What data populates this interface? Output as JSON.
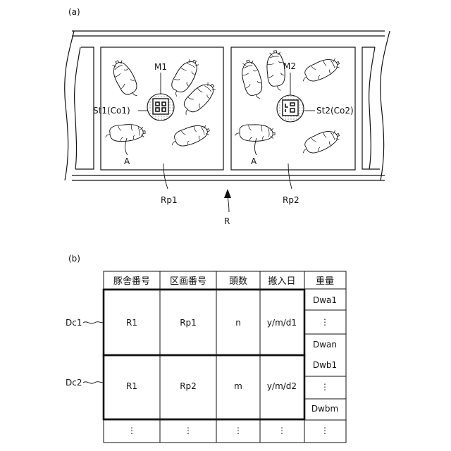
{
  "panel_a": {
    "label": "(a)",
    "callouts": {
      "m1": "M1",
      "m2": "M2",
      "st1": "St1(Co1)",
      "st2": "St2(Co2)",
      "a_left": "A",
      "a_right": "A",
      "rp1": "Rp1",
      "rp2": "Rp2",
      "r": "R"
    }
  },
  "panel_b": {
    "label": "(b)",
    "headers": [
      "豚舎番号",
      "区画番号",
      "頭数",
      "搬入日",
      "重量"
    ],
    "groups": [
      {
        "label": "Dc1",
        "barn": "R1",
        "pen": "Rp1",
        "count": "n",
        "date": "y/m/d1",
        "weights": [
          "Dwa1",
          "⋮",
          "Dwan"
        ]
      },
      {
        "label": "Dc2",
        "barn": "R1",
        "pen": "Rp2",
        "count": "m",
        "date": "y/m/d2",
        "weights": [
          "Dwb1",
          "⋮",
          "Dwbm"
        ]
      }
    ],
    "continuation": [
      "⋮",
      "⋮",
      "⋮",
      "⋮",
      "⋮"
    ]
  }
}
